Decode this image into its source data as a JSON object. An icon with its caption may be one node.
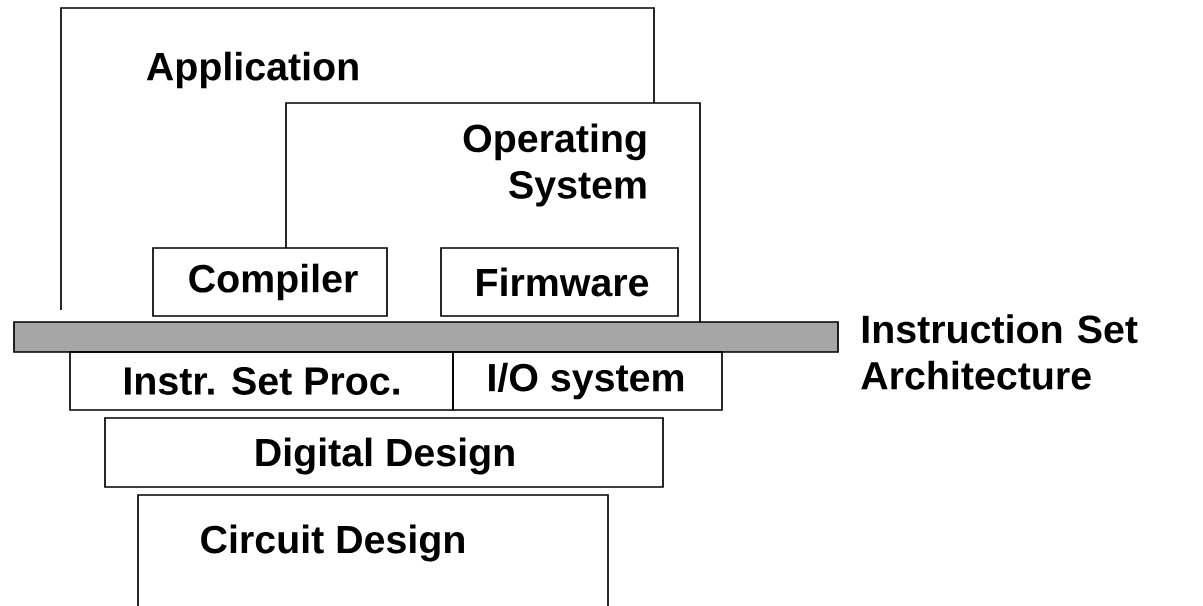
{
  "diagram": {
    "nodes": [
      {
        "text": [
          "Application"
        ]
      },
      {
        "text": [
          "Operating System"
        ]
      },
      {
        "text": [
          "Compiler"
        ],
        "in": 0
      },
      {
        "text": [
          "Firmware"
        ],
        "in": 1
      },
      {
        "text": [
          "Instruction Set Architecture"
        ]
      },
      {
        "text": [
          "Instr. Set Proc."
        ]
      },
      {
        "text": [
          "I/O system"
        ]
      },
      {
        "text": [
          "Digital Design"
        ]
      },
      {
        "text": [
          "Circuit Design"
        ]
      }
    ]
  }
}
